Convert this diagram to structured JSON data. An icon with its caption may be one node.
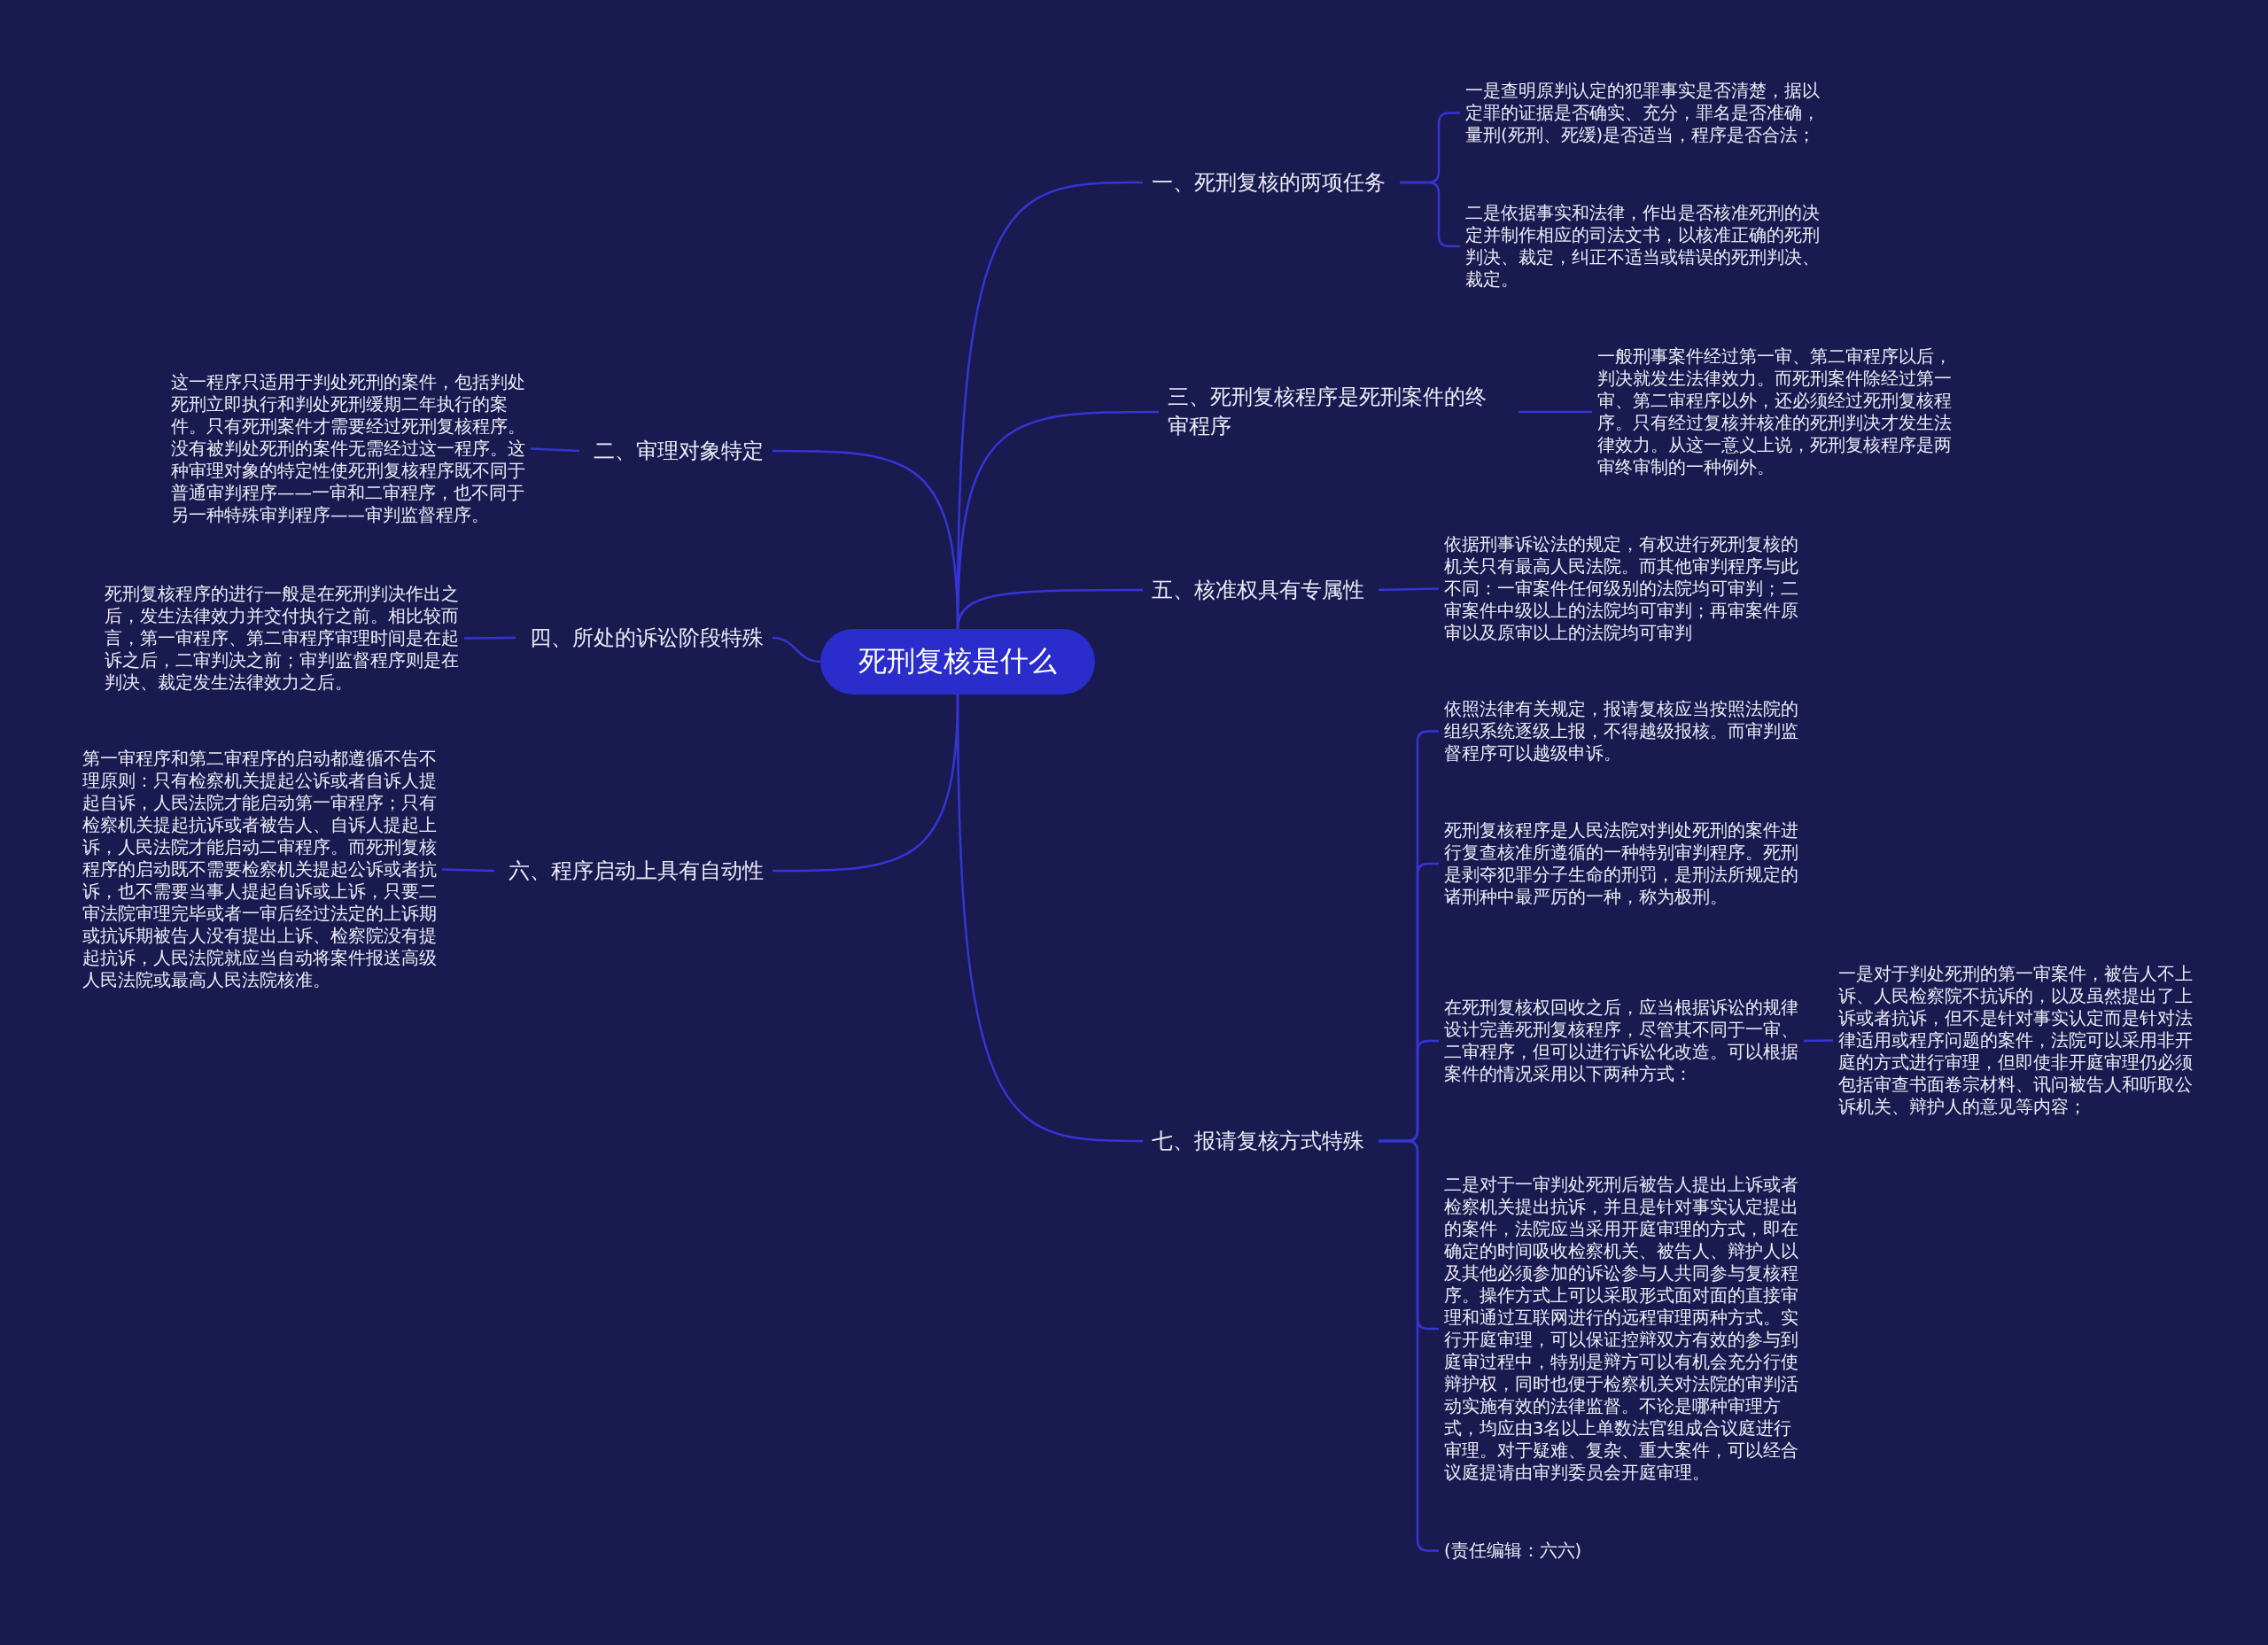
{
  "diagram": {
    "nodes": [
      {
        "text": [
          "死刑复核是什么"
        ]
      },
      {
        "text": [
          "一、死刑复核的两项任务"
        ]
      },
      {
        "text": [
          "一是查明原判认定的犯罪事实是否清楚，据以定罪的证据是否确实、充分，罪名是否准确，量刑(死刑、死缓)是否适当，程序是否合法；"
        ]
      },
      {
        "text": [
          "二是依据事实和法律，作出是否核准死刑的决定并制作相应的司法文书，以核准正确的死刑判决、裁定，纠正不适当或错误的死刑判决、裁定。"
        ]
      },
      {
        "text": [
          "三、死刑复核程序是死刑案件的终审程序"
        ]
      },
      {
        "text": [
          "一般刑事案件经过第一审、第二审程序以后，判决就发生法律效力。而死刑案件除经过第一审、第二审程序以外，还必须经过死刑复核程序。只有经过复核并核准的死刑判决才发生法律效力。从这一意义上说，死刑复核程序是两审终审制的一种例外。"
        ]
      },
      {
        "text": [
          "五、核准权具有专属性"
        ]
      },
      {
        "text": [
          "依据刑事诉讼法的规定，有权进行死刑复核的机关只有最高人民法院。而其他审判程序与此不同：一审案件任何级别的法院均可审判；二审案件中级以上的法院均可审判；再审案件原审以及原审以上的法院均可审判"
        ]
      },
      {
        "text": [
          "七、报请复核方式特殊"
        ]
      },
      {
        "text": [
          "依照法律有关规定，报请复核应当按照法院的组织系统逐级上报，不得越级报核。而审判监督程序可以越级申诉。"
        ]
      },
      {
        "text": [
          "死刑复核程序是人民法院对判处死刑的案件进行复查核准所遵循的一种特别审判程序。死刑是剥夺犯罪分子生命的刑罚，是刑法所规定的诸刑种中最严厉的一种，称为极刑。"
        ]
      },
      {
        "text": [
          "在死刑复核权回收之后，应当根据诉讼的规律设计完善死刑复核程序，尽管其不同于一审、二审程序，但可以进行诉讼化改造。可以根据案件的情况采用以下两种方式："
        ]
      },
      {
        "text": [
          "一是对于判处死刑的第一审案件，被告人不上诉、人民检察院不抗诉的，以及虽然提出了上诉或者抗诉，但不是针对事实认定而是针对法律适用或程序问题的案件，法院可以采用非开庭的方式进行审理，但即使非开庭审理仍必须包括审查书面卷宗材料、讯问被告人和听取公诉机关、辩护人的意见等内容；"
        ]
      },
      {
        "text": [
          "二是对于一审判处死刑后被告人提出上诉或者检察机关提出抗诉，并且是针对事实认定提出的案件，法院应当采用开庭审理的方式，即在确定的时间吸收检察机关、被告人、辩护人以及其他必须参加的诉讼参与人共同参与复核程序。操作方式上可以采取形式面对面的直接审理和通过互联网进行的远程审理两种方式。实行开庭审理，可以保证控辩双方有效的参与到庭审过程中，特别是辩方可以有机会充分行使辩护权，同时也便于检察机关对法院的审判活动实施有效的法律监督。不论是哪种审理方式，均应由3名以上单数法官组成合议庭进行审理。对于疑难、复杂、重大案件，可以经合议庭提请由审判委员会开庭审理。"
        ]
      },
      {
        "text": [
          "(责任编辑：六六)"
        ]
      },
      {
        "text": [
          "二、审理对象特定"
        ]
      },
      {
        "text": [
          "这一程序只适用于判处死刑的案件，包括判处死刑立即执行和判处死刑缓期二年执行的案件。只有死刑案件才需要经过死刑复核程序。没有被判处死刑的案件无需经过这一程序。这种审理对象的特定性使死刑复核程序既不同于普通审判程序——一审和二审程序，也不同于另一种特殊审判程序——审判监督程序。"
        ]
      },
      {
        "text": [
          "四、所处的诉讼阶段特殊"
        ]
      },
      {
        "text": [
          "死刑复核程序的进行一般是在死刑判决作出之后，发生法律效力并交付执行之前。相比较而言，第一审程序、第二审程序审理时间是在起诉之后，二审判决之前；审判监督程序则是在判决、裁定发生法律效力之后。"
        ]
      },
      {
        "text": [
          "六、程序启动上具有自动性"
        ]
      },
      {
        "text": [
          "第一审程序和第二审程序的启动都遵循不告不理原则：只有检察机关提起公诉或者自诉人提起自诉，人民法院才能启动第一审程序；只有检察机关提起抗诉或者被告人、自诉人提起上诉，人民法院才能启动二审程序。而死刑复核程序的启动既不需要检察机关提起公诉或者抗诉，也不需要当事人提起自诉或上诉，只要二审法院审理完毕或者一审后经过法定的上诉期或抗诉期被告人没有提出上诉、检察院没有提起抗诉，人民法院就应当自动将案件报送高级人民法院或最高人民法院核准。"
        ]
      }
    ],
    "edges": [
      {
        "from": 0,
        "to": 1,
        "arrow": "none"
      },
      {
        "from": 1,
        "to": 2,
        "arrow": "none"
      },
      {
        "from": 1,
        "to": 3,
        "arrow": "none"
      },
      {
        "from": 0,
        "to": 4,
        "arrow": "none"
      },
      {
        "from": 4,
        "to": 5,
        "arrow": "none"
      },
      {
        "from": 0,
        "to": 6,
        "arrow": "none"
      },
      {
        "from": 6,
        "to": 7,
        "arrow": "none"
      },
      {
        "from": 0,
        "to": 8,
        "arrow": "none"
      },
      {
        "from": 8,
        "to": 9,
        "arrow": "none"
      },
      {
        "from": 8,
        "to": 10,
        "arrow": "none"
      },
      {
        "from": 8,
        "to": 11,
        "arrow": "none"
      },
      {
        "from": 11,
        "to": 12,
        "arrow": "none"
      },
      {
        "from": 8,
        "to": 13,
        "arrow": "none"
      },
      {
        "from": 8,
        "to": 14,
        "arrow": "none"
      },
      {
        "from": 0,
        "to": 15,
        "arrow": "none"
      },
      {
        "from": 15,
        "to": 16,
        "arrow": "none"
      },
      {
        "from": 0,
        "to": 17,
        "arrow": "none"
      },
      {
        "from": 17,
        "to": 18,
        "arrow": "none"
      },
      {
        "from": 0,
        "to": 19,
        "arrow": "none"
      },
      {
        "from": 19,
        "to": 20,
        "arrow": "none"
      }
    ]
  }
}
